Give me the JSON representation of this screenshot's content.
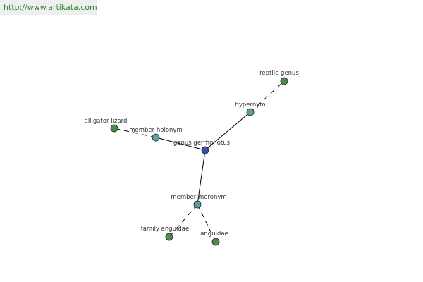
{
  "source_link": {
    "text": "http://www.artikata.com"
  },
  "colors": {
    "center_node": "#3a4fa0",
    "relation_node": "#5f9ea0",
    "leaf_node": "#4e8a4e",
    "node_stroke": "#222222",
    "edge": "#000000",
    "link_text": "#2e8b2e"
  },
  "graph": {
    "center": {
      "label": "genus gerrhonotus"
    },
    "relations": [
      {
        "label": "hypernym",
        "targets": [
          {
            "label": "reptile genus"
          }
        ]
      },
      {
        "label": "member holonym",
        "targets": [
          {
            "label": "alligator lizard"
          }
        ]
      },
      {
        "label": "member meronym",
        "targets": [
          {
            "label": "family anguidae"
          },
          {
            "label": "anguidae"
          }
        ]
      }
    ]
  }
}
